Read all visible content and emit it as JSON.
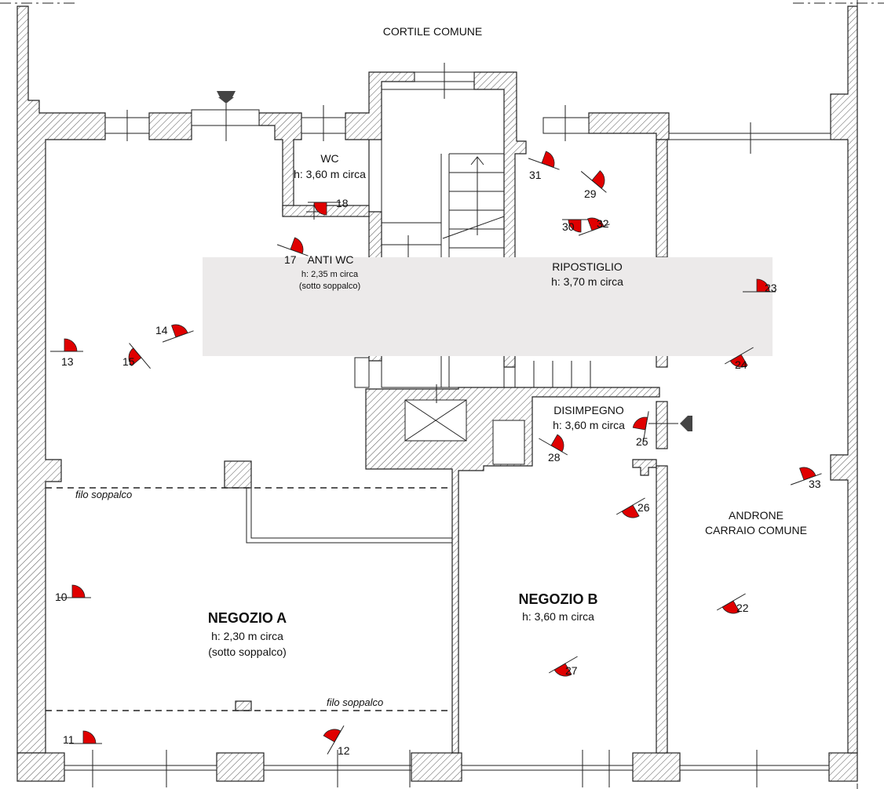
{
  "labels": {
    "courtyard": "CORTILE COMUNE",
    "wc_title": "WC",
    "wc_height": "h: 3,60 m circa",
    "antiwc_title": "ANTI WC",
    "antiwc_height": "h: 2,35 m circa",
    "antiwc_note": "(sotto soppalco)",
    "storage_title": "RIPOSTIGLIO",
    "storage_height": "h: 3,70 m circa",
    "hall_title": "DISIMPEGNO",
    "hall_height": "h: 3,60 m circa",
    "androne_1": "ANDRONE",
    "androne_2": "CARRAIO COMUNE",
    "shop_a_title": "NEGOZIO A",
    "shop_a_height": "h: 2,30 m circa",
    "shop_a_note": "(sotto soppalco)",
    "shop_b_title": "NEGOZIO B",
    "shop_b_height": "h: 3,60 m circa",
    "mezz_1": "filo soppalco",
    "mezz_2": "filo soppalco"
  },
  "markers": [
    "10",
    "11",
    "12",
    "13",
    "14",
    "15",
    "17",
    "18",
    "22",
    "23",
    "24",
    "25",
    "26",
    "27",
    "28",
    "29",
    "30",
    "31",
    "32",
    "33"
  ],
  "colors": {
    "marker": "#e00000",
    "wall": "#222222"
  }
}
